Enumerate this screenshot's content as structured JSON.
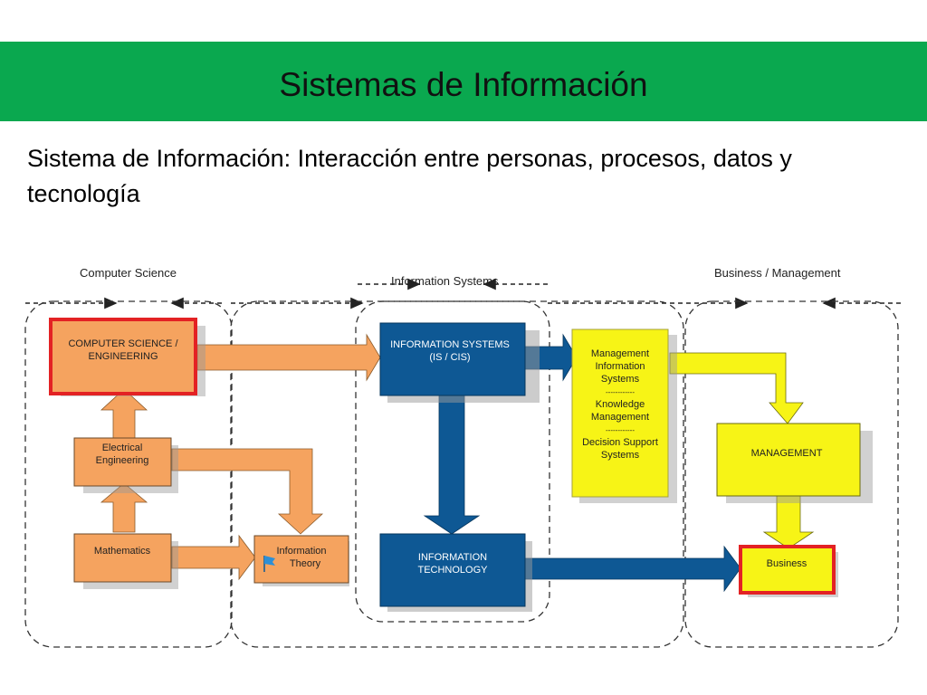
{
  "slide": {
    "title": "Sistemas de Información",
    "subtitle": "Sistema de Información: Interacción entre personas, procesos, datos y tecnología"
  },
  "diagram": {
    "sections": {
      "computer_science": "Computer Science",
      "information_systems": "Information Systems",
      "business_management": "Business / Management"
    },
    "boxes": {
      "cse_line1": "COMPUTER SCIENCE /",
      "cse_line2": "ENGINEERING",
      "ee_line1": "Electrical",
      "ee_line2": "Engineering",
      "math": "Mathematics",
      "it_line1": "Information",
      "it_line2": "Theory",
      "is_line1": "INFORMATION SYSTEMS",
      "is_line2": "(IS / CIS)",
      "tech_line1": "INFORMATION",
      "tech_line2": "TECHNOLOGY",
      "mis_lines": [
        "Management",
        "Information",
        "Systems",
        "------------",
        "Knowledge",
        "Management",
        "------------",
        "Decision Support",
        "Systems"
      ],
      "management": "MANAGEMENT",
      "business": "Business"
    },
    "colors": {
      "title_bar": "#0aa84f",
      "orange": "#f5a35f",
      "orange_arrow": "#f5a35f",
      "blue": "#0e5894",
      "yellow": "#f7f416",
      "red_border": "#e32224"
    }
  }
}
